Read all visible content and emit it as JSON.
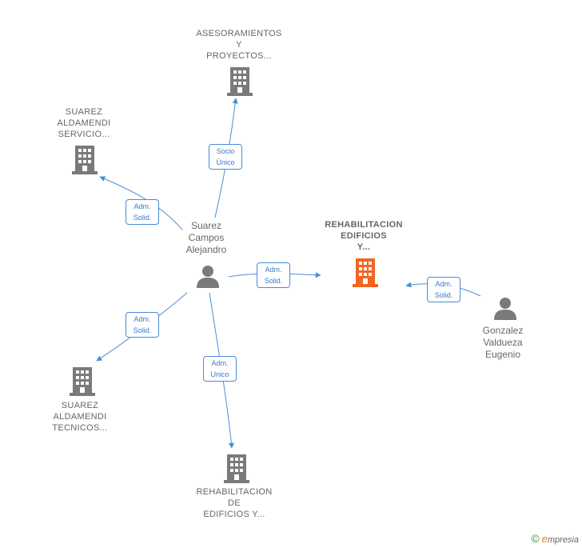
{
  "nodes": {
    "asesoramientos": {
      "label": "ASESORAMIENTOS\nY\nPROYECTOS...",
      "type": "company"
    },
    "suarez_servicio": {
      "label": "SUAREZ\nALDAMENDI\nSERVICIO...",
      "type": "company"
    },
    "rehab_main": {
      "label": "REHABILITACION\nEDIFICIOS\nY...",
      "type": "company-focus"
    },
    "suarez_tecnicos": {
      "label": "SUAREZ\nALDAMENDI\nTECNICOS...",
      "type": "company"
    },
    "rehab_de": {
      "label": "REHABILITACION\nDE\nEDIFICIOS Y...",
      "type": "company"
    },
    "suarez_person": {
      "label": "Suarez\nCampos\nAlejandro",
      "type": "person"
    },
    "gonzalez_person": {
      "label": "Gonzalez\nValdueza\nEugenio",
      "type": "person"
    }
  },
  "edges": {
    "socio": {
      "line1": "Socio",
      "line2": "Único"
    },
    "adm_servicio": {
      "line1": "Adm.",
      "line2": "Solid."
    },
    "adm_rehab_main": {
      "line1": "Adm.",
      "line2": "Solid."
    },
    "adm_gonzalez": {
      "line1": "Adm.",
      "line2": "Solid."
    },
    "adm_tecnicos": {
      "line1": "Adm.",
      "line2": "Solid."
    },
    "adm_unico": {
      "line1": "Adm.",
      "line2": "Unico"
    }
  },
  "colors": {
    "edge": "#4a8bd6",
    "company_icon": "#7a7a7a",
    "focus_icon": "#f26522",
    "person_icon": "#7a7a7a"
  },
  "footer": {
    "copyright": "©",
    "brand_e": "e",
    "brand_rest": "mpresia"
  }
}
